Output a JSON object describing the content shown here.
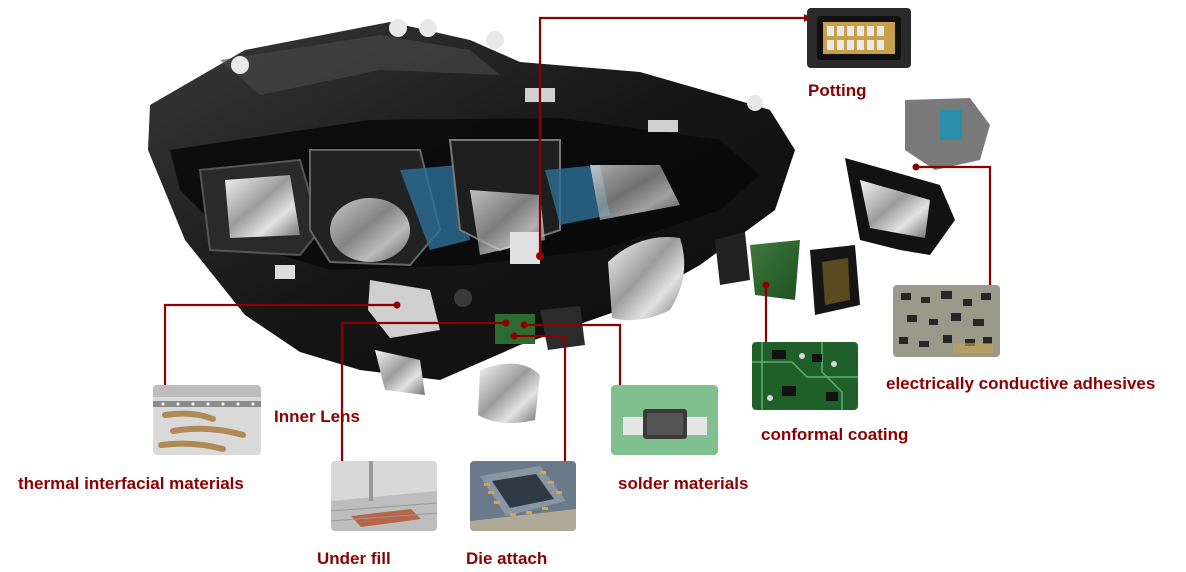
{
  "colors": {
    "accent": "#8b0000",
    "housing": "#1c1c1c",
    "background": "#ffffff"
  },
  "labels": {
    "potting": "Potting",
    "inner_lens": "Inner Lens",
    "electrically_conductive_adhesives": "electrically conductive adhesives",
    "conformal_coating": "conformal coating",
    "thermal_interfacial_materials": "thermal interfacial materials",
    "solder_materials": "solder materials",
    "under_fill": "Under fill",
    "die_attach": "Die attach"
  }
}
